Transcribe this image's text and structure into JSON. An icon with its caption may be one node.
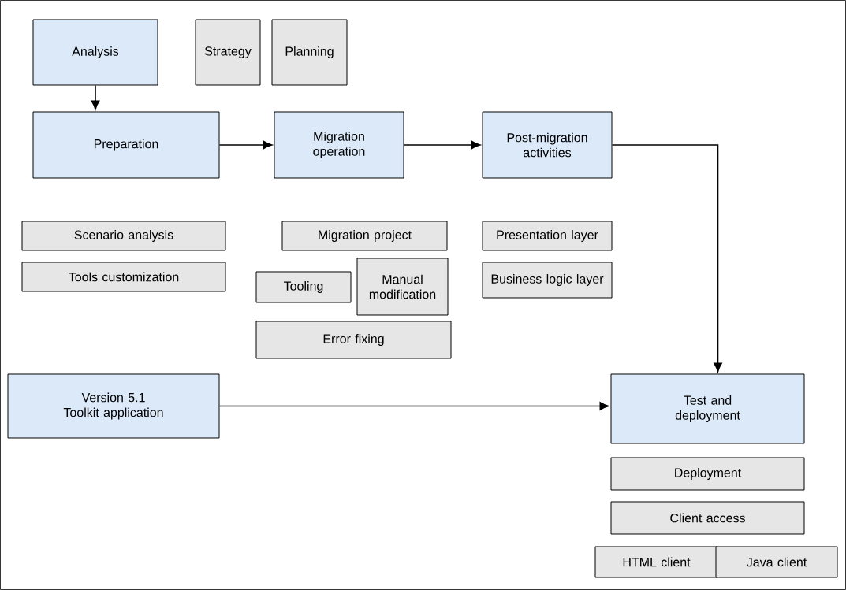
{
  "diagram": {
    "nodes": [
      {
        "text": [
          "Analysis"
        ]
      },
      {
        "text": [
          "Strategy"
        ]
      },
      {
        "text": [
          "Planning"
        ]
      },
      {
        "text": [
          "Preparation"
        ]
      },
      {
        "text": [
          "Migration operation"
        ]
      },
      {
        "text": [
          "Post-migration activities"
        ]
      },
      {
        "text": [
          "Scenario analysis"
        ]
      },
      {
        "text": [
          "Tools customization"
        ]
      },
      {
        "text": [
          "Migration project"
        ]
      },
      {
        "text": [
          "Tooling"
        ]
      },
      {
        "text": [
          "Manual modification"
        ]
      },
      {
        "text": [
          "Error fixing"
        ]
      },
      {
        "text": [
          "Presentation layer"
        ]
      },
      {
        "text": [
          "Business logic layer"
        ]
      },
      {
        "text": [
          "Version 5.1 Toolkit application"
        ]
      },
      {
        "text": [
          "Test and deployment"
        ]
      },
      {
        "text": [
          "Deployment"
        ]
      },
      {
        "text": [
          "Client access"
        ]
      },
      {
        "text": [
          "HTML client"
        ]
      },
      {
        "text": [
          "Java client"
        ]
      }
    ],
    "edges": [
      {
        "from": 0,
        "to": 3,
        "arrow": "to"
      },
      {
        "from": 3,
        "to": 4,
        "arrow": "to"
      },
      {
        "from": 4,
        "to": 5,
        "arrow": "to"
      },
      {
        "from": 5,
        "to": 15,
        "arrow": "to"
      },
      {
        "from": 14,
        "to": 15,
        "arrow": "to"
      }
    ]
  }
}
